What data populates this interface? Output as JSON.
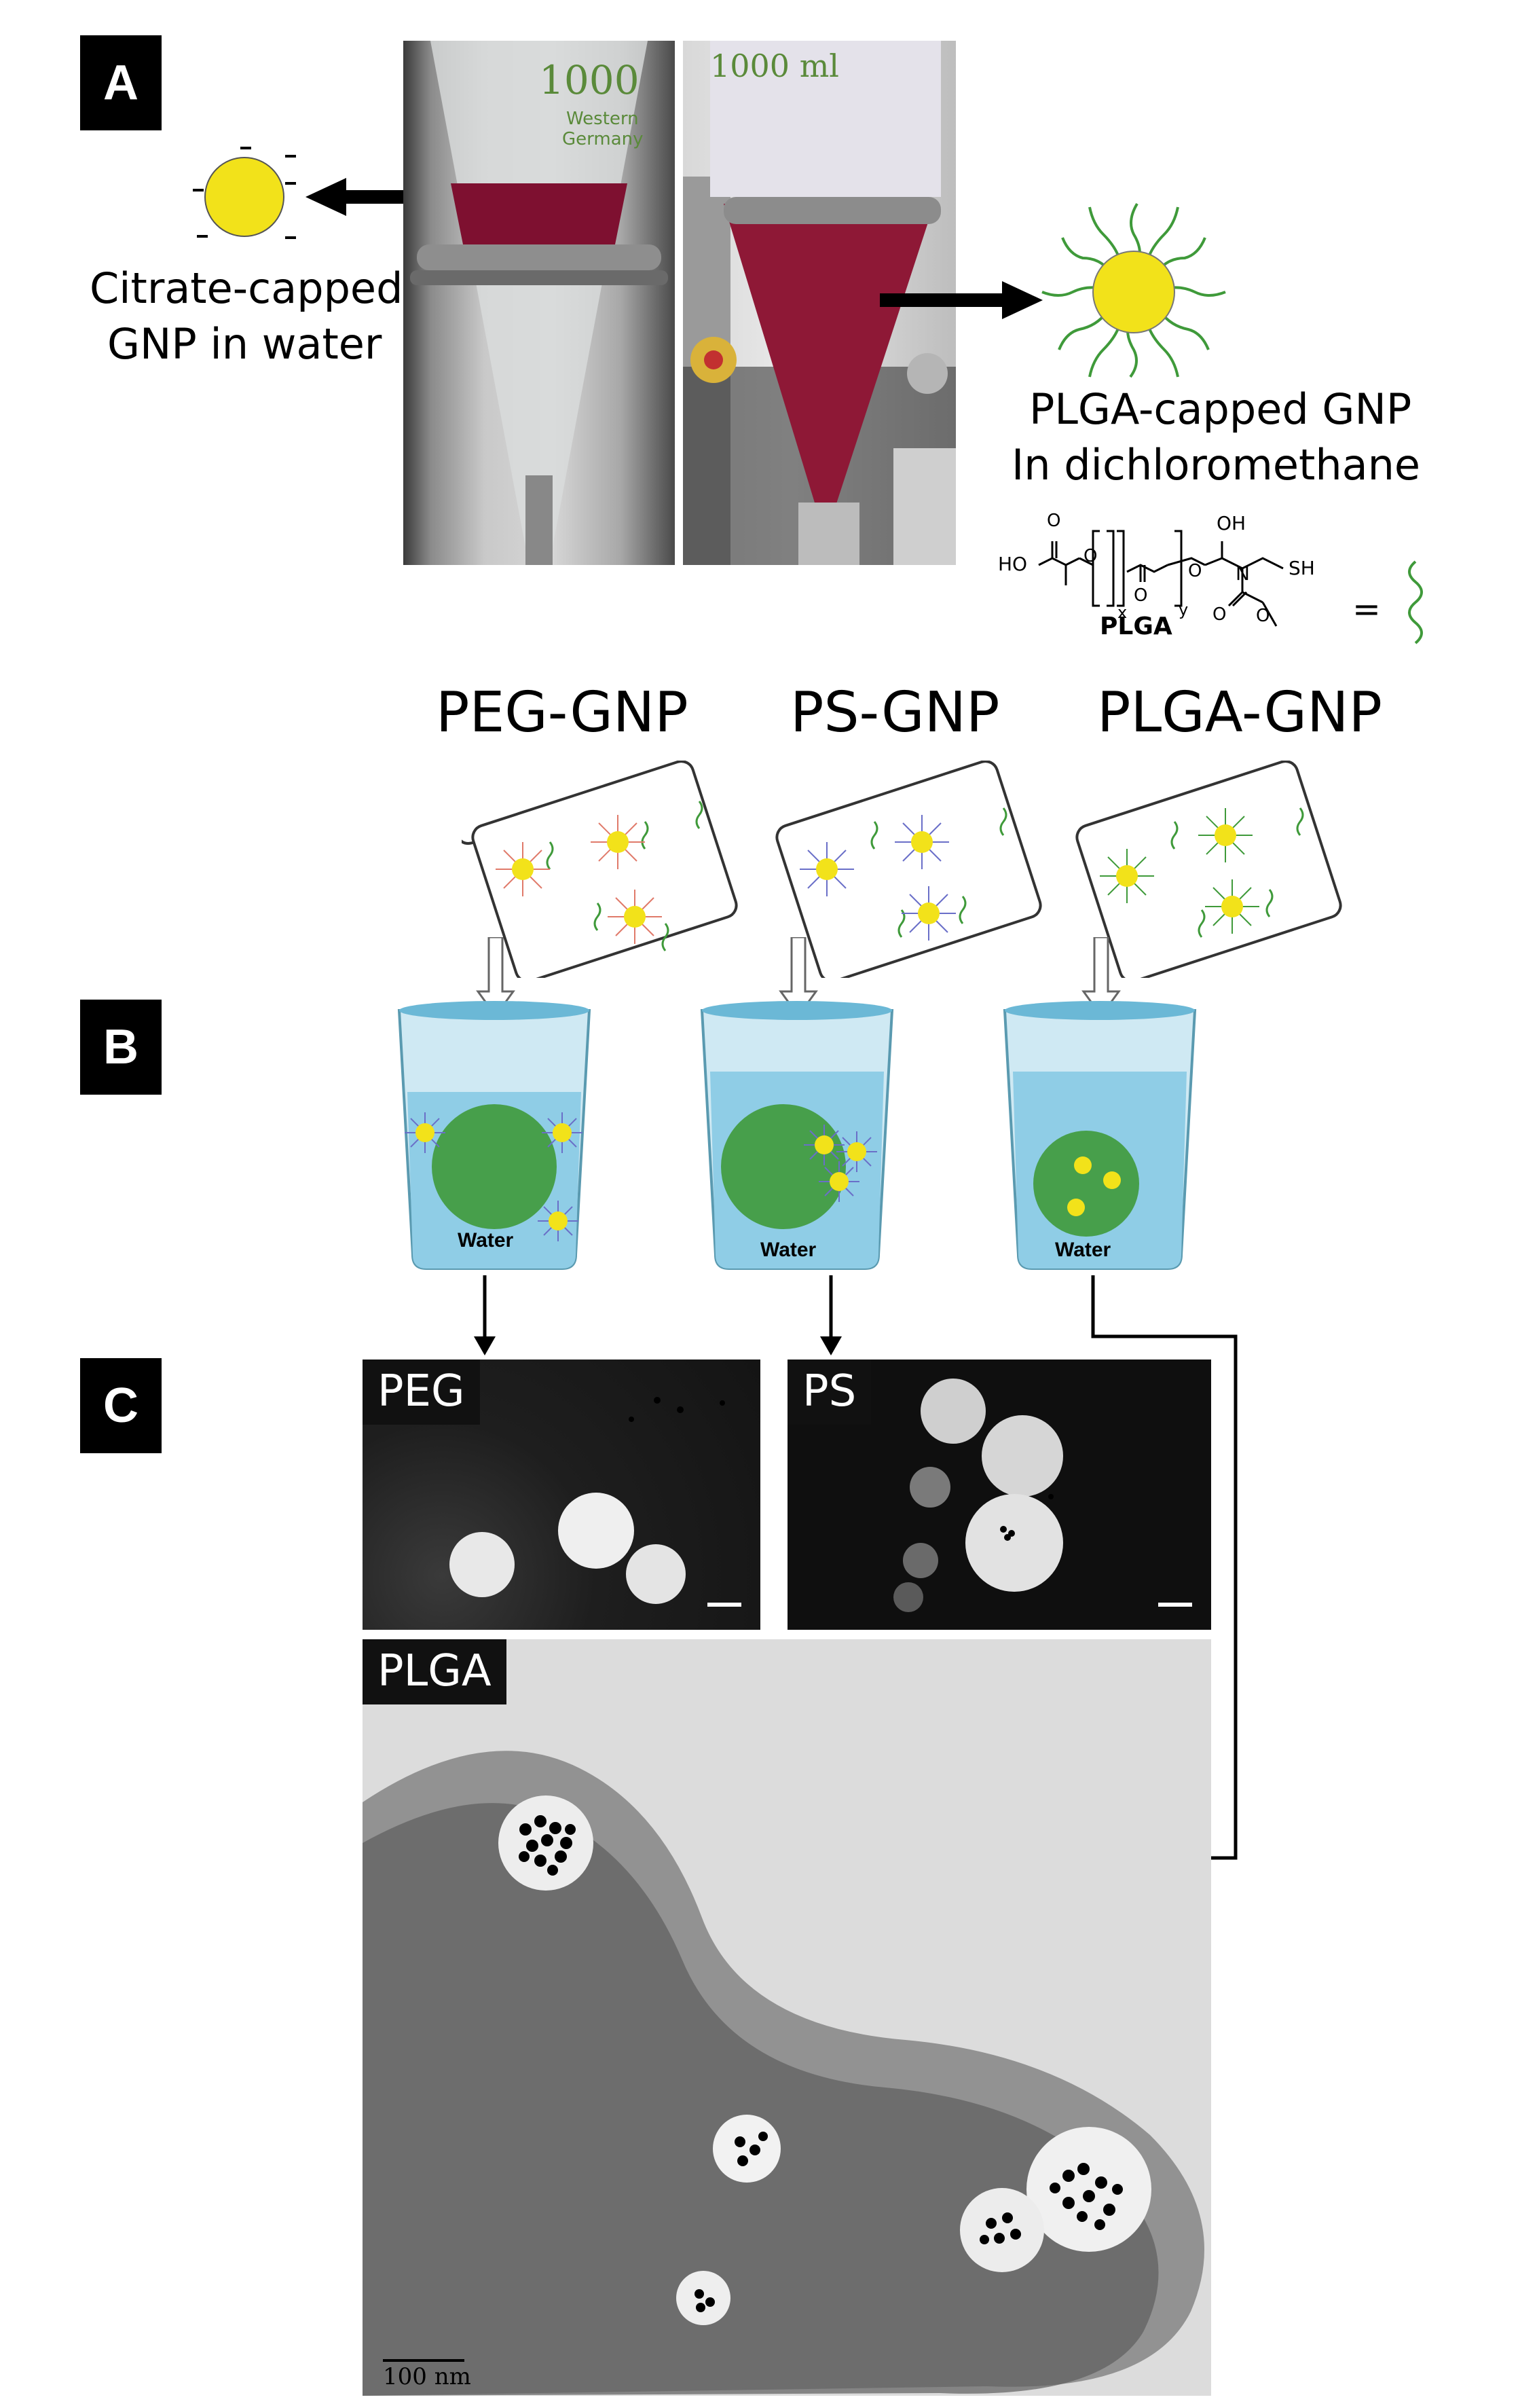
{
  "panels": {
    "a": "A",
    "b": "B",
    "c": "C"
  },
  "panel_a": {
    "left_label_line1": "Citrate-capped",
    "left_label_line2": "GNP in water",
    "right_label_line1": "PLGA-capped GNP",
    "right_label_line2": "In dichloromethane",
    "flask_left_text_1": "1000",
    "flask_left_text_2": "Western",
    "flask_left_text_3": "Germany",
    "flask_right_text": "1000 ml",
    "chem": {
      "ho": "HO",
      "oh": "OH",
      "sh": "SH",
      "n": "N",
      "x": "x",
      "y": "y",
      "o": "O",
      "name": "PLGA",
      "equals": "="
    }
  },
  "panel_b": {
    "headers": [
      "PEG-GNP",
      "PS-GNP",
      "PLGA-GNP"
    ],
    "water_label": "Water"
  },
  "panel_c": {
    "peg_label": "PEG",
    "ps_label": "PS",
    "plga_label": "PLGA",
    "scale_label": "100 nm"
  },
  "colors": {
    "gold": "#f2e21a",
    "polymer_green": "#3f9a3a",
    "water": "#a9d9ec",
    "peg_chain": "#e07a6a",
    "ps_chain": "#6a6fc8"
  }
}
